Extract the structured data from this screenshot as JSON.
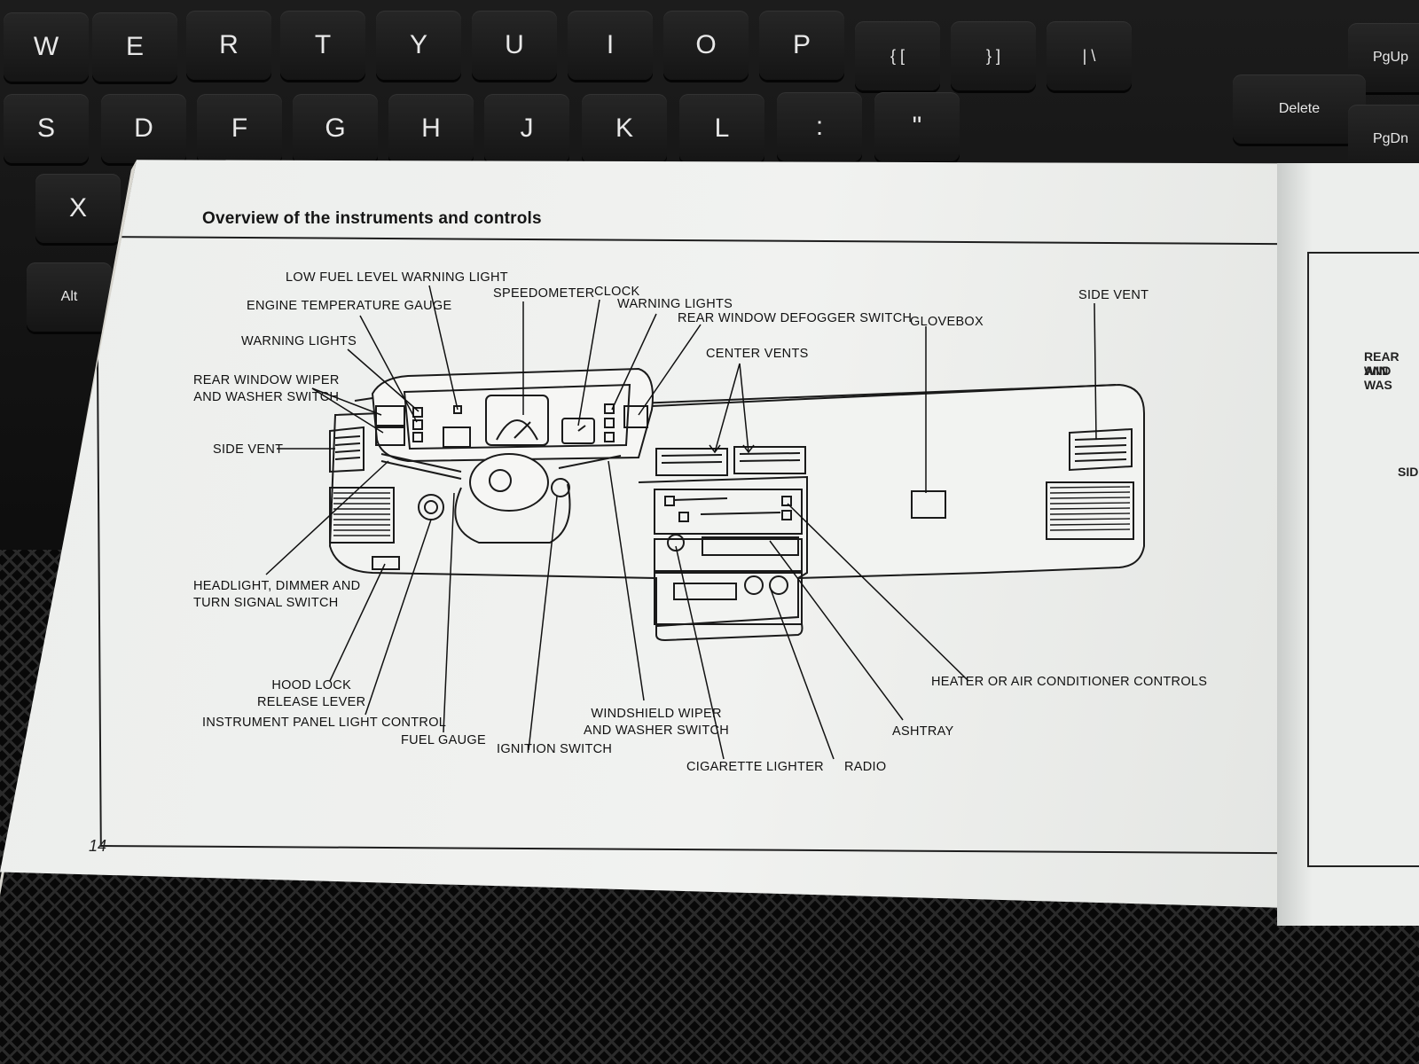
{
  "keyboard": {
    "row1": [
      "W",
      "E",
      "R",
      "T",
      "Y",
      "U",
      "I",
      "O",
      "P",
      "{ [",
      "} ]",
      "| \\"
    ],
    "row2": [
      "S",
      "D",
      "F",
      "G",
      "H",
      "J",
      "K",
      "L",
      ":",
      "\""
    ],
    "left_keys": [
      "X",
      "Alt"
    ],
    "right_keys": [
      "PgUp",
      "Delete",
      "PgDn"
    ]
  },
  "page": {
    "title": "Overview of the instruments and controls",
    "number": "14"
  },
  "labels": {
    "low_fuel": "LOW FUEL LEVEL WARNING LIGHT",
    "engine_temp": "ENGINE TEMPERATURE GAUGE",
    "warning_lights_left": "WARNING LIGHTS",
    "rear_wiper_1": "REAR WINDOW WIPER",
    "rear_wiper_2": "AND WASHER SWITCH",
    "side_vent_left": "SIDE VENT",
    "speedometer": "SPEEDOMETER",
    "clock": "CLOCK",
    "warning_lights_right": "WARNING LIGHTS",
    "defogger": "REAR WINDOW DEFOGGER SWITCH",
    "center_vents": "CENTER VENTS",
    "glovebox": "GLOVEBOX",
    "side_vent_right": "SIDE VENT",
    "headlight_1": "HEADLIGHT, DIMMER AND",
    "headlight_2": "TURN SIGNAL SWITCH",
    "hood_1": "HOOD LOCK",
    "hood_2": "RELEASE LEVER",
    "panel_light": "INSTRUMENT PANEL LIGHT CONTROL",
    "fuel_gauge": "FUEL GAUGE",
    "ignition": "IGNITION SWITCH",
    "wiper_1": "WINDSHIELD WIPER",
    "wiper_2": "AND WASHER SWITCH",
    "cigarette": "CIGARETTE LIGHTER",
    "radio": "RADIO",
    "ashtray": "ASHTRAY",
    "heater": "HEATER OR AIR CONDITIONER CONTROLS"
  },
  "right_page": {
    "frag1": "REAR WIN",
    "frag2": "AND WAS",
    "frag3": "SIDE"
  },
  "colors": {
    "ink": "#111111",
    "paper": "#eef0ee"
  }
}
